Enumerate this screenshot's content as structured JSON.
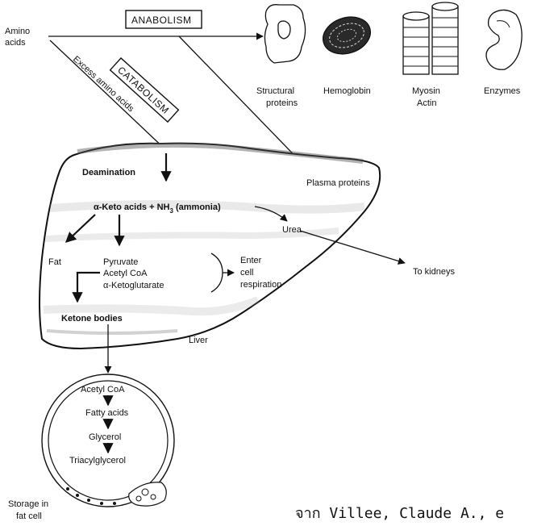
{
  "inputs": {
    "amino_line1": "Amino",
    "amino_line2": "acids"
  },
  "pathways": {
    "anabolism": "ANABOLISM",
    "catabolism": "CATABOLISM",
    "excess": "Excess amino acids"
  },
  "products": {
    "structural_line1": "Structural",
    "structural_line2": "proteins",
    "hemoglobin": "Hemoglobin",
    "myosin": "Myosin",
    "actin": "Actin",
    "enzymes": "Enzymes"
  },
  "liver": {
    "deamination": "Deamination",
    "plasma_proteins": "Plasma proteins",
    "keto_acids": "α-Keto acids + NH",
    "nh3_sub": "3",
    "ammonia": " (ammonia)",
    "urea": "Urea",
    "fat": "Fat",
    "pyruvate": "Pyruvate",
    "acetyl_coa": "Acetyl CoA",
    "ketoglutarate": "α-Ketoglutarate",
    "enter": "Enter",
    "cell": "cell",
    "respiration": "respiration",
    "ketone_bodies": "Ketone bodies",
    "liver_label": "Liver",
    "to_kidneys": "To kidneys"
  },
  "fat_cell": {
    "acetyl_coa": "Acetyl CoA",
    "fatty_acids": "Fatty acids",
    "glycerol": "Glycerol",
    "triacylglycerol": "Triacylglycerol",
    "storage_line1": "Storage in",
    "storage_line2": "fat cell"
  },
  "caption": "จาก Villee, Claude A., e"
}
